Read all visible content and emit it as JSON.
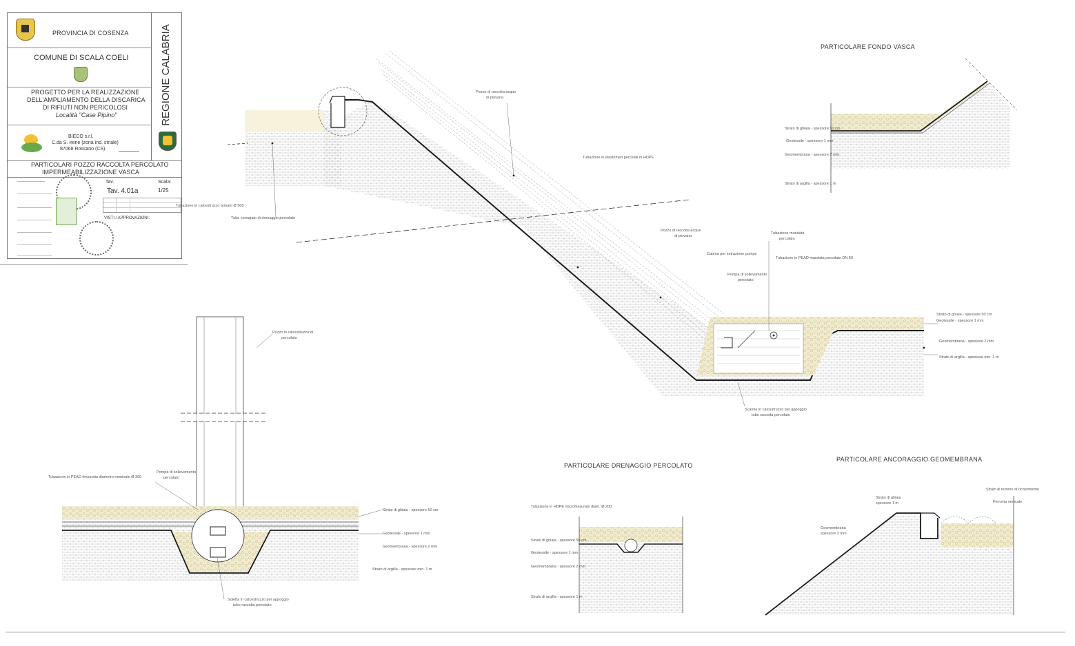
{
  "title_block": {
    "province": "PROVINCIA DI COSENZA",
    "comune": "COMUNE DI SCALA COELI",
    "region": "REGIONE CALABRIA",
    "project_line1": "PROGETTO PER LA REALIZZAZIONE",
    "project_line2": "DELL'AMPLIAMENTO DELLA DISCARICA",
    "project_line3": "DI RIFIUTI NON PERICOLOSI",
    "locality": "Località \"Case Pipino\"",
    "company_name": "BIECO s.r.l.",
    "company_address1": "C.da S. Irene (zona ind. striale)",
    "company_address2": "87068 Rossano (CS)",
    "drawing_title1": "PARTICOLARI POZZO RACCOLTA PERCOLATO",
    "drawing_title2": "IMPERMEABILIZZAZIONE VASCA",
    "tav_label": "Tav.",
    "scale_label": "Scala:",
    "tav_value": "Tav. 4.01a",
    "scale_value": "1/25",
    "approvals": "VISTI / APPROVAZIONI:"
  },
  "details": {
    "fondo_vasca": "PARTICOLARE FONDO VASCA",
    "drenaggio": "PARTICOLARE DRENAGGIO PERCOLATO",
    "ancoraggio": "PARTICOLARE ANCORAGGIO GEOMEMBRANA"
  },
  "colors": {
    "gravel_fill": "#efe8c8",
    "soil_hatch": "#bdbdbd",
    "line": "#1a1a1a",
    "green_logo": "#6aa84f",
    "yellow_logo": "#f1c232"
  }
}
